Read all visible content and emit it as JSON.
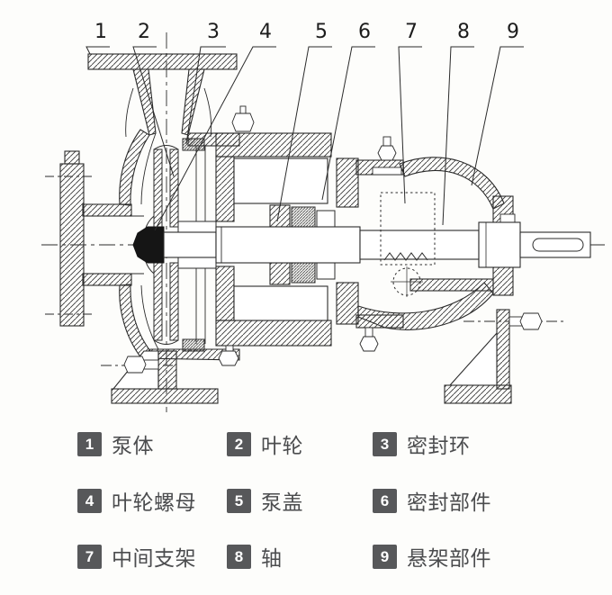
{
  "diagram": {
    "title": "centrifugal-pump-sectional-view",
    "callouts": [
      {
        "num": "1",
        "label": "泵体"
      },
      {
        "num": "2",
        "label": "叶轮"
      },
      {
        "num": "3",
        "label": "密封环"
      },
      {
        "num": "4",
        "label": "叶轮螺母"
      },
      {
        "num": "5",
        "label": "泵盖"
      },
      {
        "num": "6",
        "label": "密封部件"
      },
      {
        "num": "7",
        "label": "中间支架"
      },
      {
        "num": "8",
        "label": "轴"
      },
      {
        "num": "9",
        "label": "悬架部件"
      }
    ],
    "colors": {
      "background": "#fdfdfb",
      "line": "#2b2b2b",
      "badge_background": "#57585a",
      "badge_number": "#ffffff",
      "label_text": "#4b4c4e"
    }
  }
}
